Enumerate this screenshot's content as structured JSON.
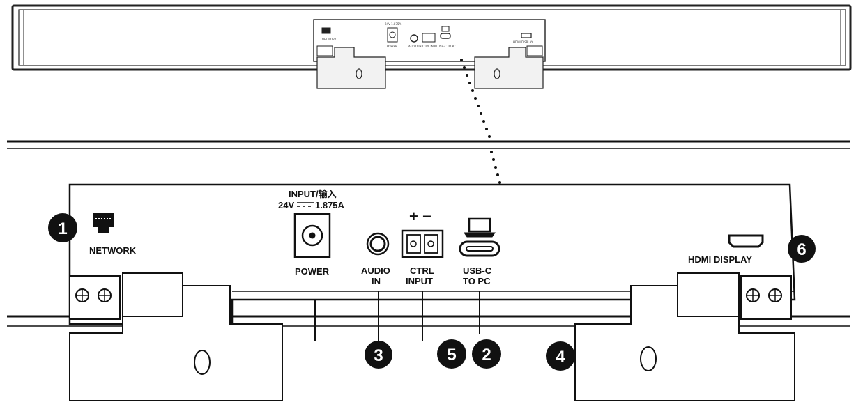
{
  "top_panel": {
    "labels": {
      "network": "NETWORK",
      "power": "POWER",
      "audio_in": "AUDIO IN",
      "ctrl_input": "CTRL INPUT",
      "usb_c": "USB-C TO PC",
      "hdmi": "HDMI DISPLAY",
      "input_rating": "24V 1.875A"
    }
  },
  "ports": {
    "input_line1": "INPUT/输入",
    "input_line2": "24V",
    "input_line2b": "1.875A",
    "network": "NETWORK",
    "power": "POWER",
    "audio_line1": "AUDIO",
    "audio_line2": "IN",
    "ctrl_polarity": "+ −",
    "ctrl_line1": "CTRL",
    "ctrl_line2": "INPUT",
    "usb_line1": "USB-C",
    "usb_line2": "TO PC",
    "hdmi": "HDMI DISPLAY"
  },
  "callouts": [
    "1",
    "2",
    "3",
    "4",
    "5",
    "6"
  ],
  "icons": [
    "network-icon",
    "power-jack-icon",
    "audio-jack-icon",
    "ctrl-terminal-icon",
    "usb-c-icon",
    "computer-icon",
    "hdmi-icon",
    "screw-icon"
  ],
  "colors": {
    "line": "#111111",
    "fill": "#ffffff",
    "bracket": "#f0f0f0",
    "badge": "#111111"
  }
}
